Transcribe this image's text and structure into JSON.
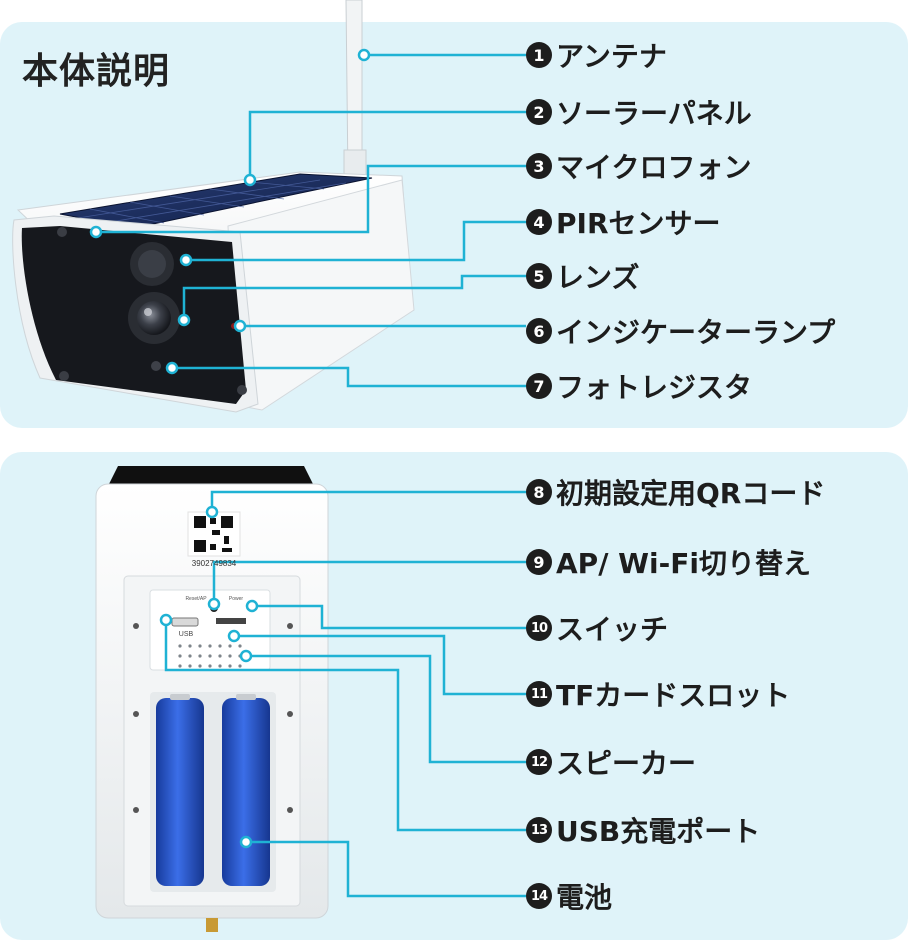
{
  "top_panel": {
    "title": "本体説明",
    "labels": [
      {
        "num": "1",
        "text": "アンテナ"
      },
      {
        "num": "2",
        "text": "ソーラーパネル"
      },
      {
        "num": "3",
        "text": "マイクロフォン"
      },
      {
        "num": "4",
        "text": "PIRセンサー"
      },
      {
        "num": "5",
        "text": "レンズ"
      },
      {
        "num": "6",
        "text": "インジケーターランプ"
      },
      {
        "num": "7",
        "text": "フォトレジスタ"
      }
    ]
  },
  "bottom_panel": {
    "labels": [
      {
        "num": "8",
        "text": "初期設定用QRコード"
      },
      {
        "num": "9",
        "text": "AP/ Wi-Fi切り替え"
      },
      {
        "num": "10",
        "text": "スイッチ"
      },
      {
        "num": "11",
        "text": "TFカードスロット"
      },
      {
        "num": "12",
        "text": "スピーカー"
      },
      {
        "num": "13",
        "text": "USB充電ポート"
      },
      {
        "num": "14",
        "text": "電池"
      }
    ],
    "device_text": {
      "qr_serial": "3902749834",
      "reset_label": "Reset/AP",
      "power_label": "Power",
      "usb_label": "USB"
    }
  },
  "colors": {
    "panel_bg": "#dff3f9",
    "leader_line": "#1fb2d4",
    "badge": "#1d1d1d",
    "battery": "#1f4fc4"
  }
}
